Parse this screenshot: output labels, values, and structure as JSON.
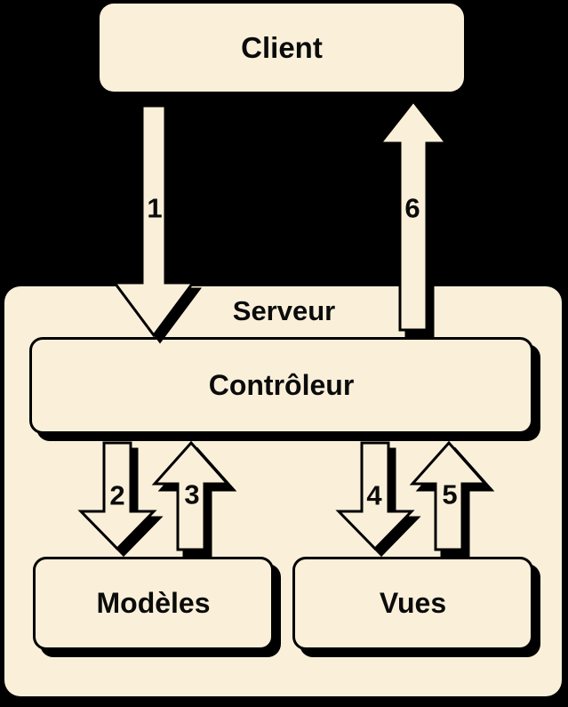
{
  "client": {
    "label": "Client"
  },
  "server": {
    "label": "Serveur",
    "controller": {
      "label": "Contrôleur"
    },
    "models": {
      "label": "Modèles"
    },
    "views": {
      "label": "Vues"
    }
  },
  "arrows": [
    {
      "label": "1",
      "direction": "down"
    },
    {
      "label": "2",
      "direction": "down"
    },
    {
      "label": "3",
      "direction": "up"
    },
    {
      "label": "4",
      "direction": "down"
    },
    {
      "label": "5",
      "direction": "up"
    },
    {
      "label": "6",
      "direction": "up"
    }
  ],
  "colors": {
    "background": "#000000",
    "box_fill": "#FAF0DA",
    "outline": "#000000"
  }
}
